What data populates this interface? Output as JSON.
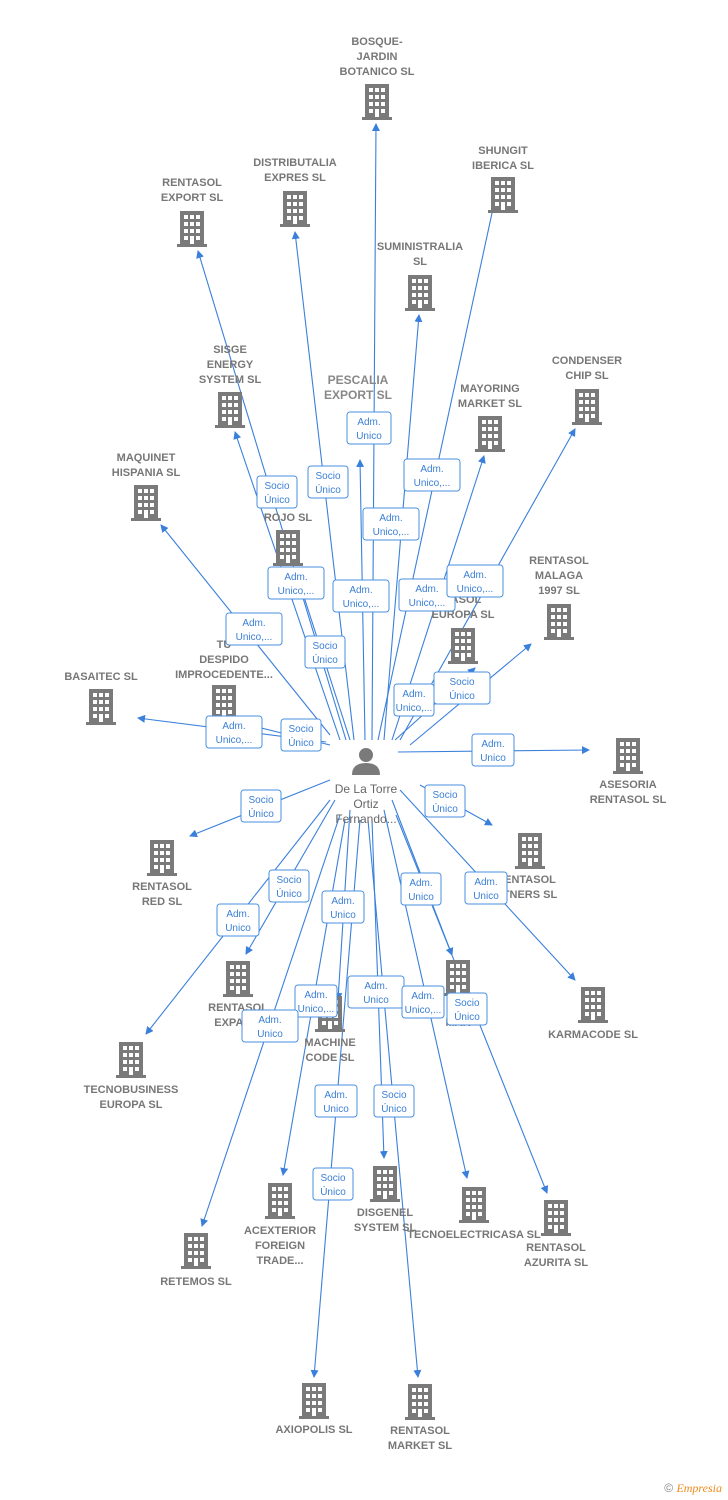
{
  "colors": {
    "edge": "#3a80db",
    "building": "#7a7a7a",
    "label": "#777777",
    "box_border": "#4a8fe0",
    "box_text": "#3a7fd5",
    "brand": "#f08a1c"
  },
  "person": {
    "lines": [
      "De La Torre",
      "Ortiz",
      "Fernando..."
    ],
    "icon": "person-icon"
  },
  "companies": [
    {
      "id": "bosque",
      "lines": [
        "BOSQUE-",
        "JARDIN",
        "BOTANICO SL"
      ]
    },
    {
      "id": "shungit",
      "lines": [
        "SHUNGIT",
        "IBERICA  SL"
      ]
    },
    {
      "id": "distributalia",
      "lines": [
        "DISTRIBUTALIA",
        "EXPRES  SL"
      ]
    },
    {
      "id": "rentasol_export",
      "lines": [
        "RENTASOL",
        "EXPORT  SL"
      ]
    },
    {
      "id": "suministralia",
      "lines": [
        "SUMINISTRALIA",
        "SL"
      ]
    },
    {
      "id": "condenser",
      "lines": [
        "CONDENSER",
        "CHIP SL"
      ]
    },
    {
      "id": "sisge",
      "lines": [
        "SISGE",
        "ENERGY",
        "SYSTEM  SL"
      ]
    },
    {
      "id": "pescalia",
      "lines": [
        "PESCALIA",
        "EXPORT  SL"
      ]
    },
    {
      "id": "mayoring",
      "lines": [
        "MAYORING",
        "MARKET  SL"
      ]
    },
    {
      "id": "maquinet",
      "lines": [
        "MAQUINET",
        "HISPANIA  SL"
      ]
    },
    {
      "id": "rojo",
      "lines": [
        "ROJO  SL"
      ]
    },
    {
      "id": "rentasol_malaga",
      "lines": [
        "RENTASOL",
        "MALAGA",
        "1997  SL"
      ]
    },
    {
      "id": "rentasol_europa",
      "lines": [
        "TASOL",
        "EUROPA  SL"
      ]
    },
    {
      "id": "tu_despido",
      "lines": [
        "TU",
        "DESPIDO",
        "IMPROCEDENTE..."
      ]
    },
    {
      "id": "basaitec",
      "lines": [
        "BASAITEC  SL"
      ]
    },
    {
      "id": "asesoria",
      "lines": [
        "ASESORIA",
        "RENTASOL SL"
      ]
    },
    {
      "id": "rentasol_red",
      "lines": [
        "RENTASOL",
        "RED  SL"
      ]
    },
    {
      "id": "rentasol_partners",
      "lines": [
        "ENTASOL",
        "TNERS  SL"
      ]
    },
    {
      "id": "karmacode",
      "lines": [
        "KARMACODE SL"
      ]
    },
    {
      "id": "tecnobusiness",
      "lines": [
        "TECNOBUSINESS",
        "EUROPA SL"
      ]
    },
    {
      "id": "rentasol_expansion",
      "lines": [
        "RENTASOL",
        "EXPANSI"
      ]
    },
    {
      "id": "machine_code",
      "lines": [
        "MACHINE",
        "CODE SL"
      ]
    },
    {
      "id": "mar",
      "lines": [
        "MAR"
      ]
    },
    {
      "id": "acexterior",
      "lines": [
        "ACEXTERIOR",
        "FOREIGN",
        "TRADE..."
      ]
    },
    {
      "id": "disgenel",
      "lines": [
        "DISGENEL",
        "SYSTEM  SL"
      ]
    },
    {
      "id": "tecnoelectricasa",
      "lines": [
        "TECNOELECTRICASA SL"
      ]
    },
    {
      "id": "rentasol_azurita",
      "lines": [
        "RENTASOL",
        "AZURITA  SL"
      ]
    },
    {
      "id": "retemos",
      "lines": [
        "RETEMOS  SL"
      ]
    },
    {
      "id": "axiopolis",
      "lines": [
        "AXIOPOLIS SL"
      ]
    },
    {
      "id": "rentasol_market",
      "lines": [
        "RENTASOL",
        "MARKET  SL"
      ]
    }
  ],
  "relations": [
    {
      "lines": [
        "Adm.",
        "Unico"
      ]
    },
    {
      "lines": [
        "Socio",
        "Único"
      ]
    },
    {
      "lines": [
        "Socio",
        "Único"
      ]
    },
    {
      "lines": [
        "Adm.",
        "Unico,..."
      ]
    },
    {
      "lines": [
        "Adm.",
        "Unico,..."
      ]
    },
    {
      "lines": [
        "Adm.",
        "Unico,..."
      ]
    },
    {
      "lines": [
        "Adm.",
        "Unico,..."
      ]
    },
    {
      "lines": [
        "Adm.",
        "Unico,..."
      ]
    },
    {
      "lines": [
        "Adm.",
        "Unico,..."
      ]
    },
    {
      "lines": [
        "Adm.",
        "Unico,..."
      ]
    },
    {
      "lines": [
        "Socio",
        "Único"
      ]
    },
    {
      "lines": [
        "Socio",
        "Único"
      ]
    },
    {
      "lines": [
        "Adm.",
        "Unico,..."
      ]
    },
    {
      "lines": [
        "Adm.",
        "Unico,..."
      ]
    },
    {
      "lines": [
        "Socio",
        "Único"
      ]
    },
    {
      "lines": [
        "Adm.",
        "Unico"
      ]
    },
    {
      "lines": [
        "Socio",
        "Único"
      ]
    },
    {
      "lines": [
        "Socio",
        "Único"
      ]
    },
    {
      "lines": [
        "Socio",
        "Único"
      ]
    },
    {
      "lines": [
        "Adm.",
        "Unico"
      ]
    },
    {
      "lines": [
        "Adm.",
        "Unico"
      ]
    },
    {
      "lines": [
        "Adm.",
        "Unico"
      ]
    },
    {
      "lines": [
        "Adm.",
        "Unico"
      ]
    },
    {
      "lines": [
        "Adm.",
        "Unico,..."
      ]
    },
    {
      "lines": [
        "Adm.",
        "Unico"
      ]
    },
    {
      "lines": [
        "Adm.",
        "Unico,..."
      ]
    },
    {
      "lines": [
        "Adm.",
        "Unico"
      ]
    },
    {
      "lines": [
        "Socio",
        "Único"
      ]
    },
    {
      "lines": [
        "Adm.",
        "Unico"
      ]
    },
    {
      "lines": [
        "Socio",
        "Único"
      ]
    },
    {
      "lines": [
        "Socio",
        "Único"
      ]
    }
  ],
  "footer": {
    "copyright": "©",
    "brand": "Empresia"
  }
}
